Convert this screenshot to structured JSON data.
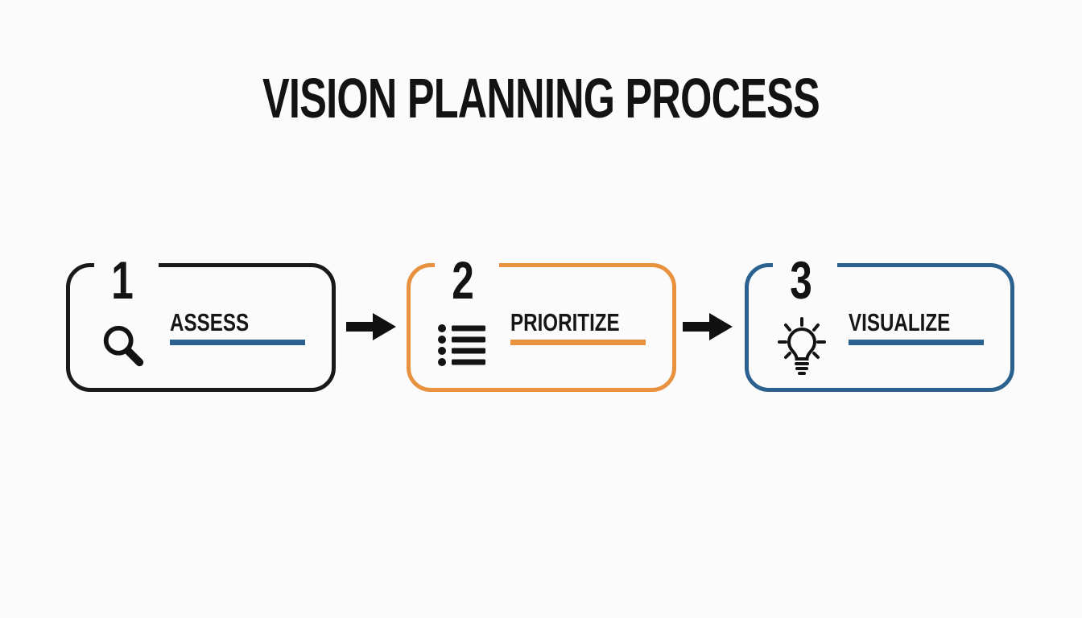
{
  "title": "VISION PLANNING PROCESS",
  "colors": {
    "background": "#fbfbfb",
    "text_black": "#131313",
    "step1_border": "#1a1a1a",
    "step2_border": "#e8913f",
    "step3_border": "#2b618f",
    "underline_blue": "#2b618f",
    "underline_orange": "#e8913f",
    "arrow": "#111111"
  },
  "steps": [
    {
      "number": "1",
      "label": "ASSESS",
      "icon": "search-icon",
      "border_color": "#1a1a1a",
      "underline_color": "#2b618f"
    },
    {
      "number": "2",
      "label": "PRIORITIZE",
      "icon": "list-icon",
      "border_color": "#e8913f",
      "underline_color": "#e8913f"
    },
    {
      "number": "3",
      "label": "VISUALIZE",
      "icon": "lightbulb-icon",
      "border_color": "#2b618f",
      "underline_color": "#2b618f"
    }
  ],
  "connectors": [
    {
      "type": "arrow-right"
    },
    {
      "type": "arrow-right"
    }
  ]
}
